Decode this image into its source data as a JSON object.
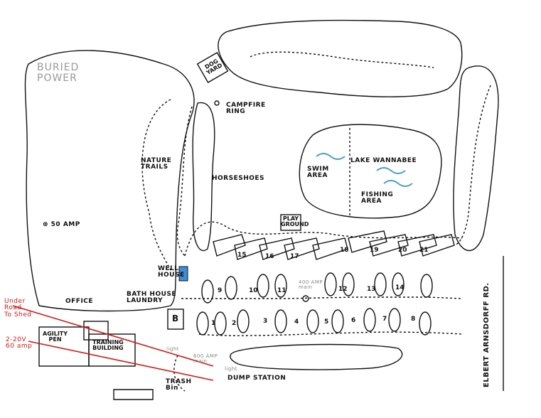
{
  "labels": {
    "buried_power": "BURIED\nPOWER",
    "dog_yard": "DOG\nYARD",
    "campfire_ring": "CAMPFIRE\nRING",
    "nature_trails": "NATURE\nTRAILS",
    "horseshoes": "HORSESHOES",
    "lake_name": "LAKE WANNABEE",
    "swim_area": "SWIM\nAREA",
    "fishing_area": "FISHING\nAREA",
    "play_ground": "PLAY\nGROUND",
    "fifty_amp": "⊗ 50 AMP",
    "well_house": "WELL\nHOUSE",
    "bath_house": "BATH HOUSE\nLAUNDRY",
    "bath_house_mark": "B",
    "office": "OFFICE",
    "agility_pen": "AGILITY\nPEN",
    "training_building": "TRAINING\nBUILDING",
    "dump_station": "DUMP STATION",
    "trash_bin": "TRASH\nBin",
    "road": "ELBERT ARNSDORFF RD.",
    "amp_400": "400 AMP\nmain",
    "amp_600": "600 AMP\nmain",
    "light1": "light",
    "light2": "light"
  },
  "annotations": {
    "under_road": "Under\nRoad\nTo Shed",
    "voltage": "2-20V\n60 amp"
  },
  "sites": {
    "s1": "1",
    "s2": "2",
    "s3": "3",
    "s4": "4",
    "s5": "5",
    "s6": "6",
    "s7": "7",
    "s8": "8",
    "s9": "9",
    "s10": "10",
    "s11": "11",
    "s12": "12",
    "s13": "13",
    "s14": "14",
    "s15": "15",
    "s16": "16",
    "s17": "17",
    "s18": "18",
    "s19": "19",
    "s20": "20",
    "s21": "21"
  },
  "colors": {
    "ink": "#111111",
    "lake_wave": "#4aa0c8",
    "well_water": "#3c8fd8",
    "annotation": "#d01818"
  }
}
